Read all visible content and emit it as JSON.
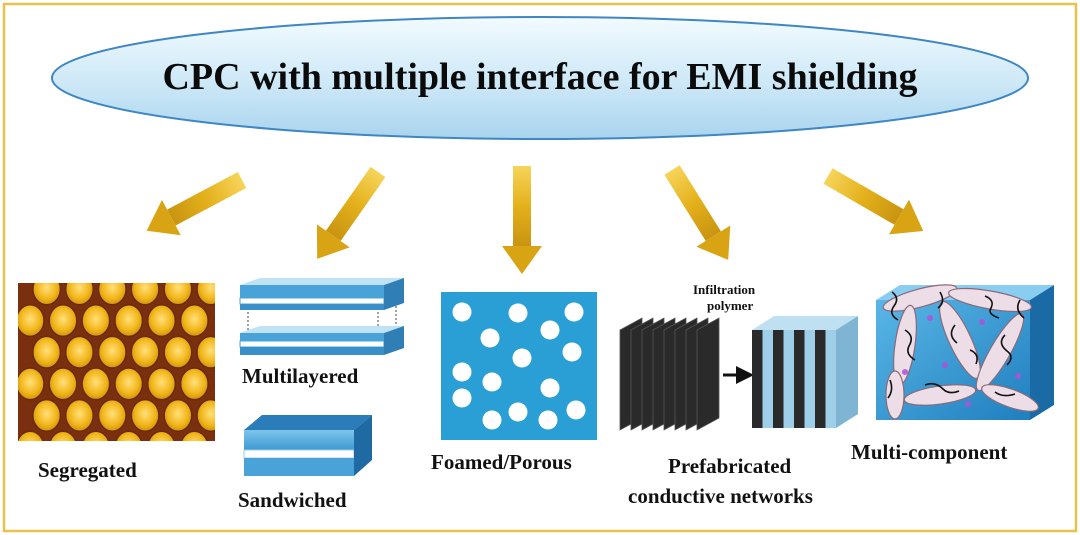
{
  "diagram": {
    "title": "CPC with multiple interface for EMI shielding",
    "categories": {
      "segregated": "Segregated",
      "multilayered": "Multilayered",
      "sandwiched": "Sandwiched",
      "foamed": "Foamed/Porous",
      "prefab_line1": "Prefabricated",
      "prefab_line2": "conductive networks",
      "infiltration_line1": "Infiltration",
      "infiltration_line2": "polymer",
      "multicomponent": "Multi-component"
    }
  },
  "colors": {
    "frame": "#e8c24a",
    "ellipse_fill": "#cfe8f6",
    "ellipse_stroke": "#3f86c4",
    "arrow": "#e2b21c",
    "foam_blue": "#2a9fd6",
    "layer_blue": "#3b8fc8",
    "segregated_bg": "#8a3a12",
    "segregated_cell": "#f2b61a"
  }
}
